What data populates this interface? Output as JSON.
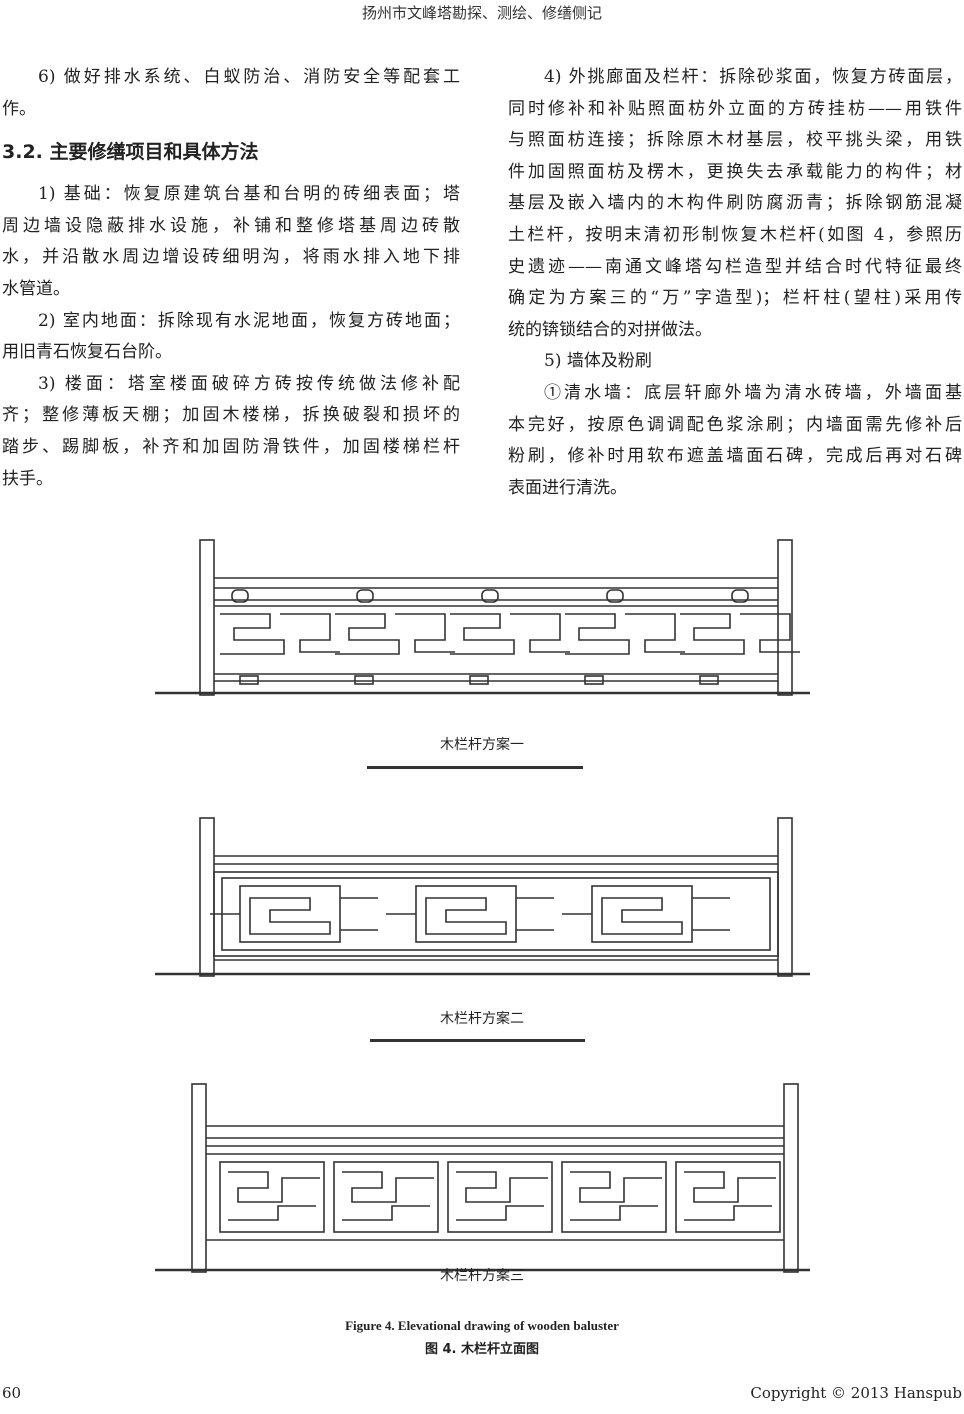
{
  "header": {
    "running_title": "扬州市文峰塔勘探、测绘、修缮侧记"
  },
  "left_column": {
    "p6": [
      "6) 做好排水系统、白蚁防治、消防安全等配套工",
      "作。"
    ],
    "heading": "3.2. 主要修缮项目和具体方法",
    "p1": [
      "1) 基础：恢复原建筑台基和台明的砖细表面；塔",
      "周边墙设隐蔽排水设施，补铺和整修塔基周边砖散",
      "水，并沿散水周边增设砖细明沟，将雨水排入地下排",
      "水管道。"
    ],
    "p2": [
      "2) 室内地面：拆除现有水泥地面，恢复方砖地面；",
      "用旧青石恢复石台阶。"
    ],
    "p3": [
      "3) 楼面：塔室楼面破碎方砖按传统做法修补配",
      "齐；整修薄板天棚；加固木楼梯，拆换破裂和损坏的",
      "踏步、踢脚板，补齐和加固防滑铁件，加固楼梯栏杆",
      "扶手。"
    ]
  },
  "right_column": {
    "p4": [
      "4) 外挑廊面及栏杆：拆除砂浆面，恢复方砖面层，",
      "同时修补和补贴照面枋外立面的方砖挂枋——用铁件",
      "与照面枋连接；拆除原木材基层，校平挑头梁，用铁",
      "件加固照面枋及楞木，更换失去承载能力的构件；材",
      "基层及嵌入墙内的木构件刷防腐沥青；拆除钢筋混凝",
      "土栏杆，按明末清初形制恢复木栏杆(如图 4，参照历",
      "史遗迹——南通文峰塔勾栏造型并结合时代特征最终",
      "确定为方案三的“万”字造型)；栏杆柱(望柱)采用传",
      "统的锛锁结合的对拼做法。"
    ],
    "p5": [
      "5) 墙体及粉刷"
    ],
    "p5a": [
      "①清水墙：底层轩廊外墙为清水砖墙，外墙面基",
      "本完好，按原色调调配色浆涂刷；内墙面需先修补后",
      "粉刷，修补时用软布遮盖墙面石碑，完成后再对石碑",
      "表面进行清洗。"
    ]
  },
  "figure": {
    "scheme1": "木栏杆方案一",
    "scheme2": "木栏杆方案二",
    "scheme3": "木栏杆方案三",
    "caption_en": "Figure 4. Elevational drawing of wooden baluster",
    "caption_zh": "图 4. 木栏杆立面图"
  },
  "footer": {
    "page_number": "60",
    "copyright": "Copyright © 2013 Hanspub"
  }
}
